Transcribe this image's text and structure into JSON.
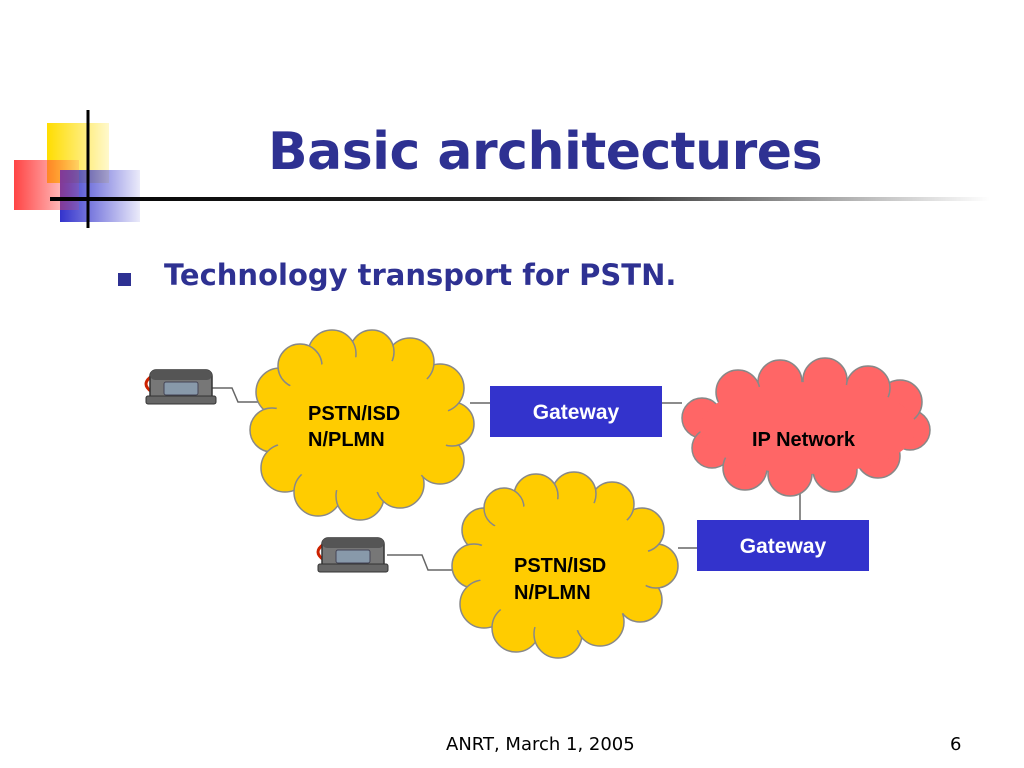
{
  "slide": {
    "title": "Basic architectures",
    "bullet": "Technology transport for PSTN.",
    "footer_left": "ANRT, March 1, 2005",
    "footer_page": "6"
  },
  "diagram": {
    "cloud_top_line1": "PSTN/ISD",
    "cloud_top_line2": "N/PLMN",
    "cloud_bottom_line1": "PSTN/ISD",
    "cloud_bottom_line2": "N/PLMN",
    "ip_cloud": "IP Network",
    "gateway_top": "Gateway",
    "gateway_bottom": "Gateway",
    "colors": {
      "title": "#2e3192",
      "pstn_cloud": "#ffcc00",
      "ip_cloud": "#ff6666",
      "gateway": "#3333cc",
      "deco_yellow": "#ffdd00",
      "deco_blue": "#3333cc",
      "deco_red": "#ff5555"
    },
    "icons": [
      "telephone-icon",
      "telephone-icon"
    ]
  }
}
